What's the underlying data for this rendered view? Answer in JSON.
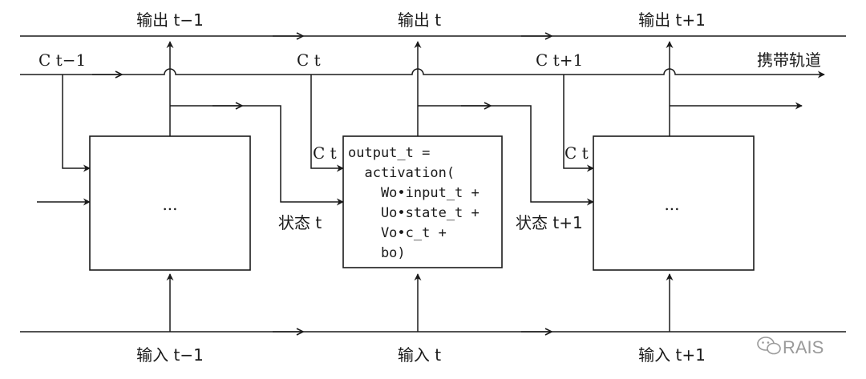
{
  "labels": {
    "out_prev": "输出 t−1",
    "out_cur": "输出 t",
    "out_next": "输出 t+1",
    "c_prev": "C t−1",
    "c_cur": "C t",
    "c_next": "C t+1",
    "carry_track": "携带轨道",
    "c_in_mid": "C t",
    "c_in_right": "C t",
    "state_cur": "状态 t",
    "state_next": "状态 t+1",
    "in_prev": "输入 t−1",
    "in_cur": "输入 t",
    "in_next": "输入 t+1",
    "box_left": "...",
    "box_right": "..."
  },
  "formula": [
    "output_t =",
    "  activation(",
    "    Wo•input_t +",
    "    Uo•state_t +",
    "    Vo•c_t +",
    "    bo)"
  ],
  "watermark": "RAIS",
  "icons": {
    "watermark_logo": "wechat-icon"
  }
}
